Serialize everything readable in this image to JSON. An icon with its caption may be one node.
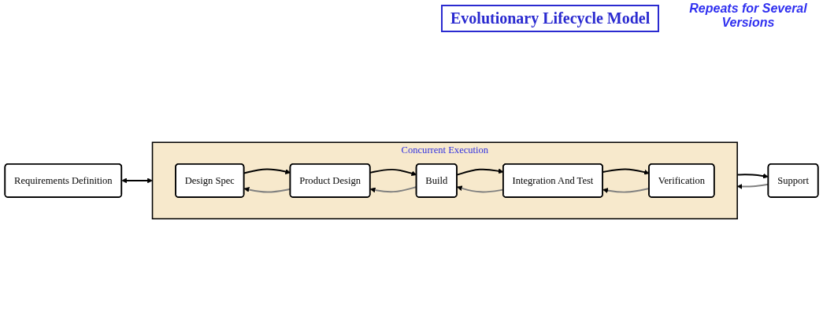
{
  "diagram": {
    "title": "Evolutionary Lifecycle Model",
    "nodes": [
      {
        "text": [
          "Requirements Definition"
        ]
      },
      {
        "text": [
          "Concurrent Execution"
        ]
      },
      {
        "text": [
          "Design Spec"
        ],
        "in": 1
      },
      {
        "text": [
          "Product Design"
        ],
        "in": 1
      },
      {
        "text": [
          "Build"
        ],
        "in": 1
      },
      {
        "text": [
          "Integration And Test"
        ],
        "in": 1
      },
      {
        "text": [
          "Verification"
        ],
        "in": 1
      },
      {
        "text": [
          "Support"
        ]
      }
    ],
    "edges": [
      {
        "from": 0,
        "to": 1,
        "arrow": "both"
      },
      {
        "from": 2,
        "to": 3,
        "arrow": "to"
      },
      {
        "from": 3,
        "to": 2,
        "arrow": "to",
        "color": "#808080"
      },
      {
        "from": 3,
        "to": 4,
        "arrow": "to"
      },
      {
        "from": 4,
        "to": 3,
        "arrow": "to",
        "color": "#808080"
      },
      {
        "from": 4,
        "to": 5,
        "arrow": "to"
      },
      {
        "from": 5,
        "to": 4,
        "arrow": "to",
        "color": "#808080"
      },
      {
        "from": 5,
        "to": 6,
        "arrow": "to"
      },
      {
        "from": 6,
        "to": 5,
        "arrow": "to",
        "color": "#808080"
      },
      {
        "from": 1,
        "to": 7,
        "arrow": "to"
      },
      {
        "from": 7,
        "to": 1,
        "arrow": "to",
        "color": "#808080"
      }
    ],
    "labels": [
      "Repeats for Several Versions"
    ]
  }
}
